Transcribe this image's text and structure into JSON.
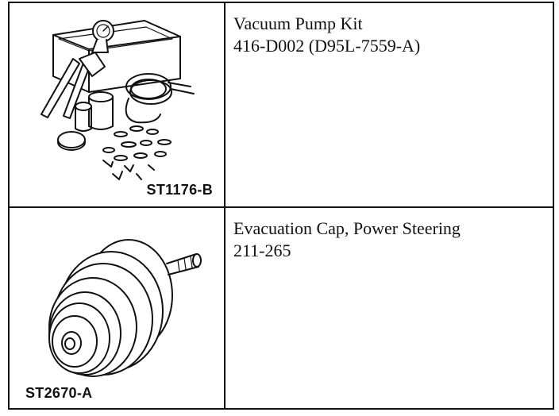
{
  "rows": [
    {
      "figure_code": "ST1176-B",
      "tool_name": "Vacuum Pump Kit",
      "tool_number": "416-D002 (D95L-7559-A)",
      "illustration": "vacuum-pump-kit-icon"
    },
    {
      "figure_code": "ST2670-A",
      "tool_name": "Evacuation Cap, Power Steering",
      "tool_number": "211-265",
      "illustration": "evacuation-cap-icon"
    }
  ]
}
